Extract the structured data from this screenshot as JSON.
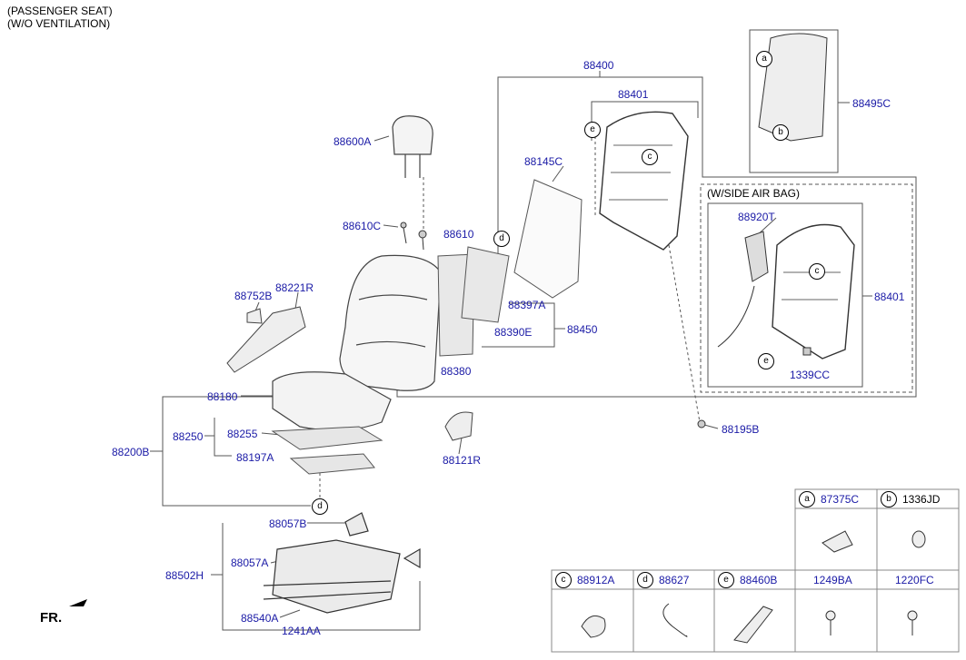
{
  "header": {
    "line1": "(PASSENGER SEAT)",
    "line2": "(W/O VENTILATION)"
  },
  "orientation_label": "FR.",
  "variant_label": "(W/SIDE AIR BAG)",
  "parts": {
    "p88400": "88400",
    "p88401": "88401",
    "p88401b": "88401",
    "p88495C": "88495C",
    "p88600A": "88600A",
    "p88145C": "88145C",
    "p88610C": "88610C",
    "p88610": "88610",
    "p88920T": "88920T",
    "p88752B": "88752B",
    "p88221R": "88221R",
    "p88397A": "88397A",
    "p88390E": "88390E",
    "p88450": "88450",
    "p88380": "88380",
    "p1339CC": "1339CC",
    "p88180": "88180",
    "p88250": "88250",
    "p88255": "88255",
    "p88197A": "88197A",
    "p88200B": "88200B",
    "p88121R": "88121R",
    "p88195B": "88195B",
    "p88057B": "88057B",
    "p88057A": "88057A",
    "p88502H": "88502H",
    "p88540A": "88540A",
    "p1241AA": "1241AA"
  },
  "callouts": {
    "a": "a",
    "b": "b",
    "c": "c",
    "d": "d",
    "e": "e"
  },
  "legend": [
    {
      "letter": "a",
      "part": "87375C"
    },
    {
      "letter": "b",
      "part": "1336JD"
    },
    {
      "letter": "c",
      "part": "88912A"
    },
    {
      "letter": "d",
      "part": "88627"
    },
    {
      "letter": "e",
      "part": "88460B"
    },
    {
      "letter": "",
      "part": "1249BA"
    },
    {
      "letter": "",
      "part": "1220FC"
    }
  ]
}
